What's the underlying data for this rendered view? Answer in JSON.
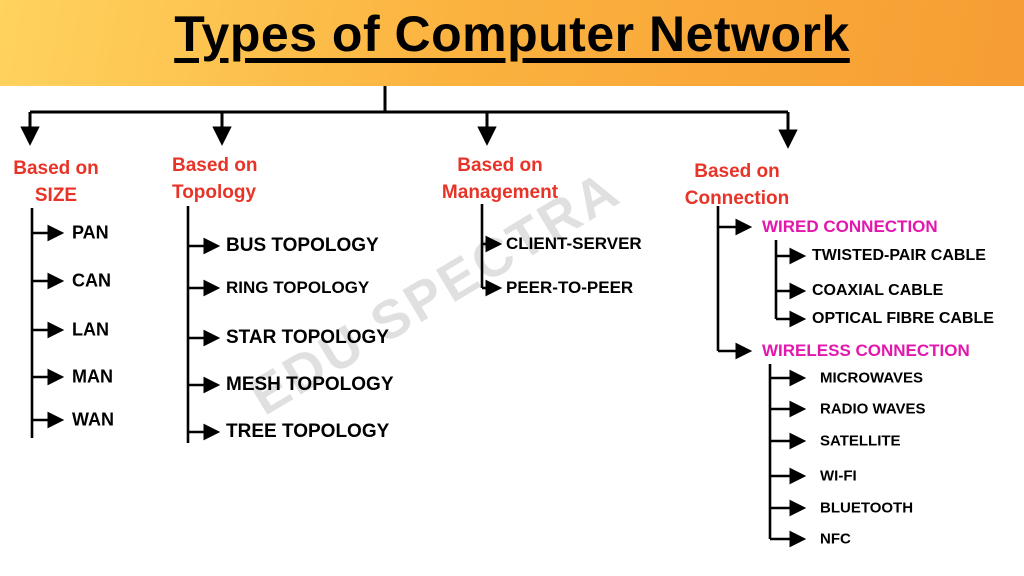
{
  "title": "Types of Computer Network",
  "watermark": "EDU SPECTRA",
  "colors": {
    "banner_gradient_start": "#ffd35e",
    "banner_gradient_end": "#f69d33",
    "category_label_red": "#e83428",
    "connection_heading_magenta": "#e317ad",
    "item_text": "#000000",
    "connector_lines": "#000000"
  },
  "branches": [
    {
      "label_line1": "Based on",
      "label_line2": "SIZE",
      "items": [
        "PAN",
        "CAN",
        "LAN",
        "MAN",
        "WAN"
      ]
    },
    {
      "label_line1": "Based on",
      "label_line2": "Topology",
      "items": [
        "BUS TOPOLOGY",
        "RING TOPOLOGY",
        "STAR TOPOLOGY",
        "MESH TOPOLOGY",
        "TREE TOPOLOGY"
      ]
    },
    {
      "label_line1": "Based on",
      "label_line2": "Management",
      "items": [
        "CLIENT-SERVER",
        "PEER-TO-PEER"
      ]
    },
    {
      "label_line1": "Based on",
      "label_line2": "Connection",
      "subgroups": [
        {
          "heading": "WIRED CONNECTION",
          "items": [
            "TWISTED-PAIR CABLE",
            "COAXIAL CABLE",
            "OPTICAL FIBRE CABLE"
          ]
        },
        {
          "heading": "WIRELESS CONNECTION",
          "items": [
            "MICROWAVES",
            "RADIO WAVES",
            "SATELLITE",
            "WI-FI",
            "BLUETOOTH",
            "NFC"
          ]
        }
      ]
    }
  ]
}
